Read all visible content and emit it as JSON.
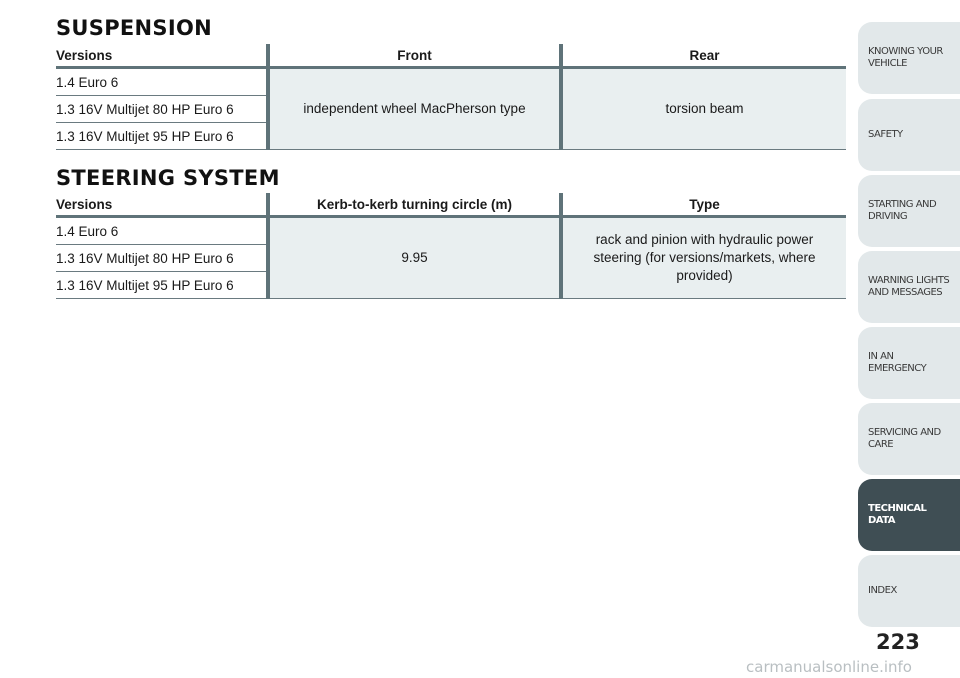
{
  "suspension": {
    "title": "SUSPENSION",
    "headers": {
      "versions": "Versions",
      "front": "Front",
      "rear": "Rear"
    },
    "versions": [
      "1.4 Euro 6",
      "1.3 16V Multijet 80 HP Euro 6",
      "1.3 16V Multijet 95 HP Euro 6"
    ],
    "front": "independent wheel MacPherson type",
    "rear": "torsion beam"
  },
  "steering": {
    "title": "STEERING SYSTEM",
    "headers": {
      "versions": "Versions",
      "turning": "Kerb-to-kerb turning circle (m)",
      "type": "Type"
    },
    "versions": [
      "1.4 Euro 6",
      "1.3 16V Multijet 80 HP Euro 6",
      "1.3 16V Multijet 95 HP Euro 6"
    ],
    "turning": "9.95",
    "type": "rack and pinion with hydraulic power steering (for versions/markets, where provided)"
  },
  "tabs": [
    "KNOWING YOUR VEHICLE",
    "SAFETY",
    "STARTING AND DRIVING",
    "WARNING LIGHTS AND MESSAGES",
    "IN AN EMERGENCY",
    "SERVICING AND CARE",
    "TECHNICAL DATA",
    "INDEX"
  ],
  "active_tab": "TECHNICAL DATA",
  "page_number": "223",
  "watermark": "carmanualsonline.info",
  "colors": {
    "accent": "#5f7379",
    "cell_fill": "#e9eff0",
    "active_tab": "#3f4e54",
    "tab": "#e2e8ea"
  }
}
